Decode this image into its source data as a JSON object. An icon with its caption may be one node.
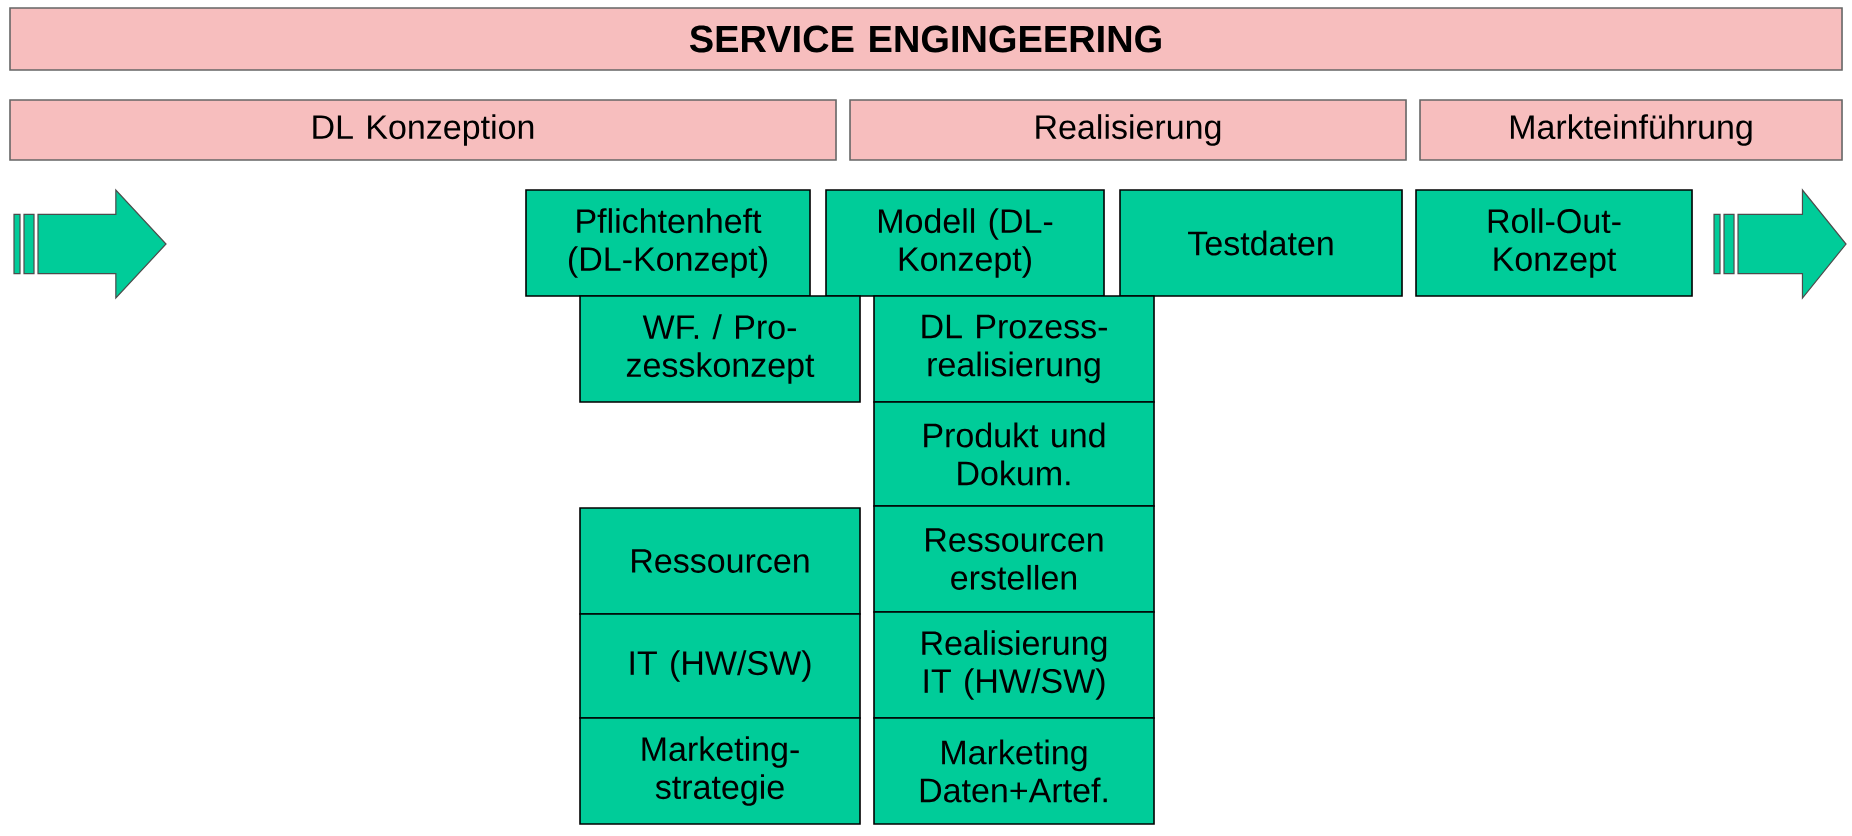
{
  "diagram": {
    "nodes": [
      {
        "text": [
          "SERVICE ENGINGEERING"
        ]
      },
      {
        "text": [
          "DL Konzeption"
        ]
      },
      {
        "text": [
          "Realisierung"
        ]
      },
      {
        "text": [
          "Markteinführung"
        ]
      },
      {
        "text": [
          "Pflichtenheft (DL-Konzept)"
        ]
      },
      {
        "text": [
          "Modell (DL-Konzept)"
        ]
      },
      {
        "text": [
          "Testdaten"
        ]
      },
      {
        "text": [
          "Roll-Out- Konzept"
        ]
      },
      {
        "text": [
          "WF. / Pro- zesskonzept"
        ]
      },
      {
        "text": [
          "DL Prozess- realisierung"
        ]
      },
      {
        "text": [
          "Produkt und Dokum."
        ]
      },
      {
        "text": [
          "Ressourcen"
        ]
      },
      {
        "text": [
          "Ressourcen erstellen"
        ]
      },
      {
        "text": [
          "IT (HW/SW)"
        ]
      },
      {
        "text": [
          "Realisierung IT (HW/SW)"
        ]
      },
      {
        "text": [
          "Marketing- strategie"
        ]
      },
      {
        "text": [
          "Marketing Daten+Artef."
        ]
      }
    ]
  }
}
